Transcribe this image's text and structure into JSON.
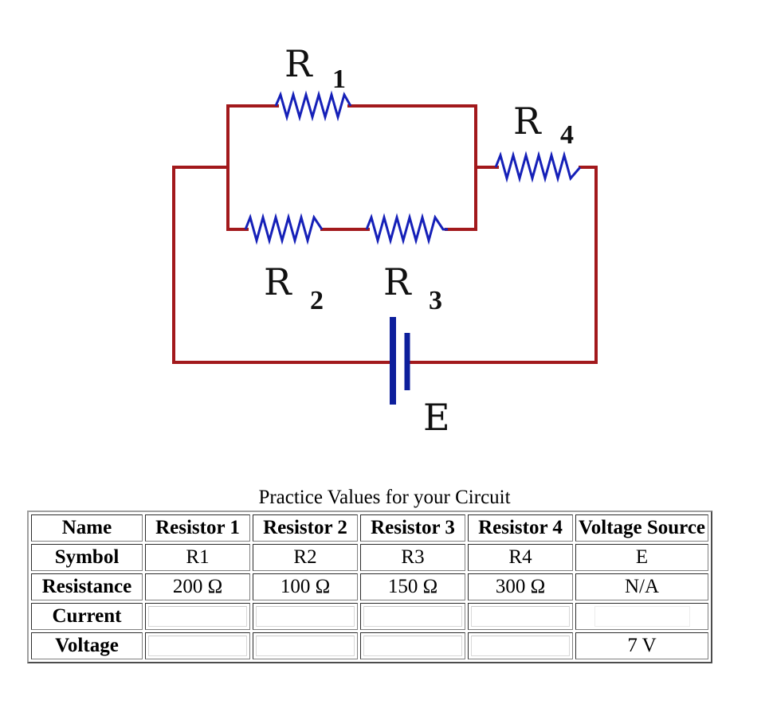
{
  "diagram": {
    "labels": {
      "r1": {
        "letter": "R",
        "sub": "1"
      },
      "r2": {
        "letter": "R",
        "sub": "2"
      },
      "r3": {
        "letter": "R",
        "sub": "3"
      },
      "r4": {
        "letter": "R",
        "sub": "4"
      },
      "e": {
        "letter": "E"
      }
    },
    "colors": {
      "wire": "#a2191c",
      "resistor": "#1520b8",
      "battery": "#0d1f9c"
    }
  },
  "table": {
    "caption": "Practice Values for your Circuit",
    "headers": [
      "Name",
      "Resistor 1",
      "Resistor 2",
      "Resistor 3",
      "Resistor 4",
      "Voltage Source"
    ],
    "rows": [
      {
        "label": "Symbol",
        "values": [
          "R1",
          "R2",
          "R3",
          "R4",
          "E"
        ]
      },
      {
        "label": "Resistance",
        "values": [
          "200 Ω",
          "100 Ω",
          "150 Ω",
          "300 Ω",
          "N/A"
        ]
      },
      {
        "label": "Current",
        "values": [
          "",
          "",
          "",
          "",
          ""
        ]
      },
      {
        "label": "Voltage",
        "values": [
          "",
          "",
          "",
          "",
          "7 V"
        ]
      }
    ]
  }
}
